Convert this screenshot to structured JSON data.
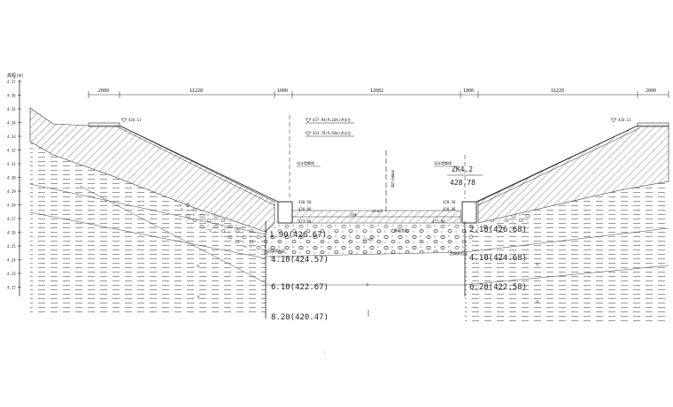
{
  "axis": {
    "title": "高程(m)",
    "ticks": [
      "4.37",
      "4.36",
      "4.35",
      "4.34",
      "4.33",
      "4.32",
      "4.31",
      "4.30",
      "4.29",
      "4.28",
      "4.27",
      "4.26",
      "4.25",
      "4.24",
      "4.23",
      "4.22"
    ]
  },
  "dimensions": {
    "left_outer": "2000",
    "left_slope": "11220",
    "left_wall": "1000",
    "center": "12082",
    "right_wall": "1000",
    "right_slope": "11220",
    "right_outer": "2000"
  },
  "water_levels": {
    "upper": "437.94(P=10%)洪水位",
    "lower": "433.78(P=50%)洪水位"
  },
  "top_elev": {
    "left": "434.11",
    "right": "434.11"
  },
  "design_line": {
    "left": "设计堤脚线",
    "right": "设计堤脚线"
  },
  "centerline_text": "河道中心线",
  "station": {
    "code": "ZK4.2",
    "elev": "428.78"
  },
  "wall_elev": {
    "left_a": "428.58",
    "left_b": "428.88",
    "left_c": "427.88",
    "right_a": "428.58",
    "right_b": "428.88",
    "right_c": "427.88"
  },
  "bed_labels": {
    "center": "河床",
    "base": "基础垫层",
    "left_layer": "回填卵石层",
    "right_layer": "回填卵石层",
    "note_1": "cl+pl",
    "note_2": "al+pl"
  },
  "left_layers": [
    "1.90(426.67)",
    "4.10(424.57)",
    "6.10(422.67)",
    "8.20(420.47)"
  ],
  "right_layers": [
    "2.10(426.68)",
    "4.10(424.68)",
    "6.20(422.58)"
  ],
  "soil_marks": [
    "①",
    "②",
    "②",
    "②",
    "③"
  ],
  "footer_mark": ":"
}
